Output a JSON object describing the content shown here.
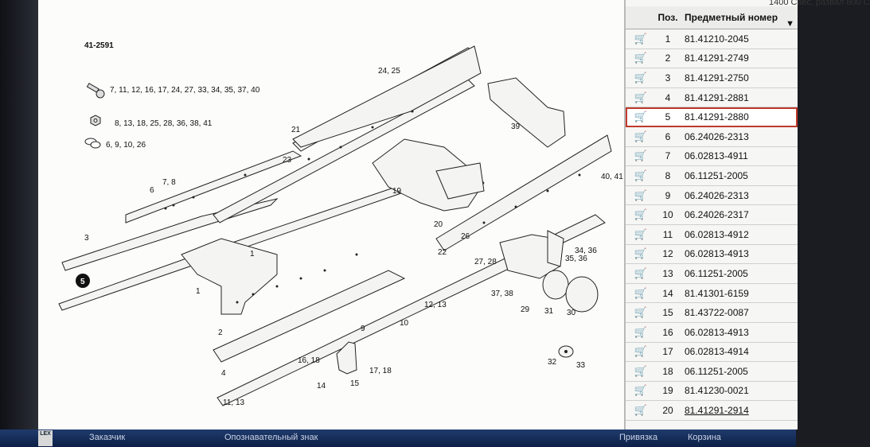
{
  "diagram": {
    "sheet_id": "41-2591",
    "legend": [
      {
        "icon": "bolt-icon",
        "text": "7, 11, 12, 16, 17, 24, 27, 33, 34, 35, 37, 40"
      },
      {
        "icon": "nut-icon",
        "text": "8, 13, 18, 25, 28, 36, 38, 41"
      },
      {
        "icon": "washer-icon",
        "text": "6, 9, 10, 26"
      }
    ],
    "callouts": {
      "c1": "1",
      "c1b": "1",
      "c2": "2",
      "c3": "3",
      "c4": "4",
      "c5": "5",
      "c6": "6",
      "c78": "7, 8",
      "c9": "9",
      "c10": "10",
      "c1213": "12, 13",
      "c1113": "11, 13",
      "c14": "14",
      "c15": "15",
      "c1618": "16, 18",
      "c1718": "17, 18",
      "c19": "19",
      "c20": "20",
      "c21": "21",
      "c22": "22",
      "c23": "23",
      "c2425": "24, 25",
      "c26": "26",
      "c2728": "27, 28",
      "c29": "29",
      "c30": "30",
      "c31": "31",
      "c32": "32",
      "c33": "33",
      "c3436": "34, 36",
      "c3536": "35, 36",
      "c3738": "37, 38",
      "c39": "39",
      "c4041": "40, 41"
    }
  },
  "parts_panel": {
    "top_text": "1400 Свес, развал 800 С",
    "headers": {
      "pos": "Поз.",
      "number": "Предметный номер"
    },
    "rows": [
      {
        "pos": "1",
        "number": "81.41210-2045"
      },
      {
        "pos": "2",
        "number": "81.41291-2749"
      },
      {
        "pos": "3",
        "number": "81.41291-2750"
      },
      {
        "pos": "4",
        "number": "81.41291-2881"
      },
      {
        "pos": "5",
        "number": "81.41291-2880"
      },
      {
        "pos": "6",
        "number": "06.24026-2313"
      },
      {
        "pos": "7",
        "number": "06.02813-4911"
      },
      {
        "pos": "8",
        "number": "06.11251-2005"
      },
      {
        "pos": "9",
        "number": "06.24026-2313"
      },
      {
        "pos": "10",
        "number": "06.24026-2317"
      },
      {
        "pos": "11",
        "number": "06.02813-4912"
      },
      {
        "pos": "12",
        "number": "06.02813-4913"
      },
      {
        "pos": "13",
        "number": "06.11251-2005"
      },
      {
        "pos": "14",
        "number": "81.41301-6159"
      },
      {
        "pos": "15",
        "number": "81.43722-0087"
      },
      {
        "pos": "16",
        "number": "06.02813-4913"
      },
      {
        "pos": "17",
        "number": "06.02813-4914"
      },
      {
        "pos": "18",
        "number": "06.11251-2005"
      },
      {
        "pos": "19",
        "number": "81.41230-0021"
      },
      {
        "pos": "20",
        "number": "81.41291-2914"
      }
    ],
    "selected_pos": "5",
    "row_icon": "cart-icon"
  },
  "bottom_bar": {
    "logo": "LEX",
    "customer": "Заказчик",
    "id_mark": "Опознавательный знак",
    "binding": "Привязка",
    "cart": "Корзина"
  }
}
